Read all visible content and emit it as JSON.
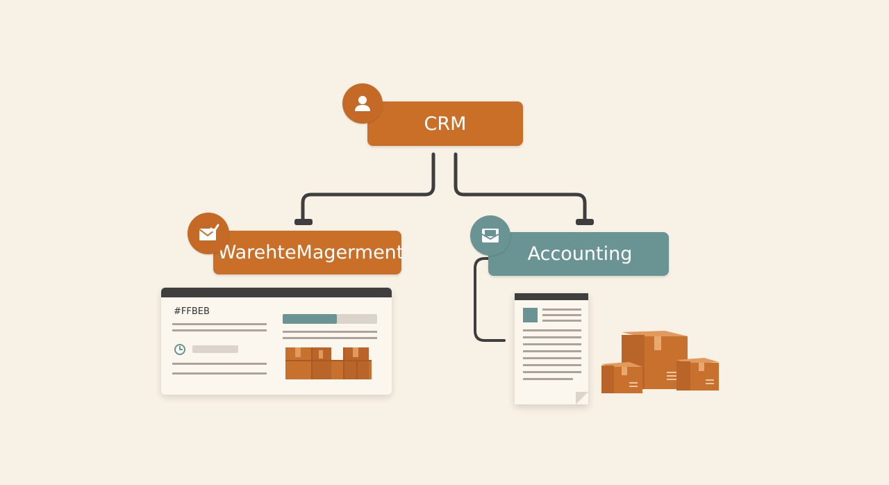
{
  "colors": {
    "background": "#f8f1e5",
    "orange": "#c96f28",
    "orange_badge": "#c46a26",
    "teal": "#6a9393",
    "connector": "#3e3e3e",
    "card_bg": "#fbf7ef",
    "line_gray": "#a9a39a",
    "box_orange": "#c8712f",
    "box_tape": "#e19a5c"
  },
  "nodes": {
    "crm": {
      "label": "CRM",
      "icon": "user-icon"
    },
    "warehouse": {
      "label": "WarehteMagerment",
      "icon": "envelope-check-icon"
    },
    "accounting": {
      "label": "Accounting",
      "icon": "mail-tray-icon"
    }
  },
  "warehouse_card": {
    "hex_label": "#FFBEB",
    "icons": [
      "window-bar-icon",
      "clock-icon",
      "boxes-icon"
    ]
  },
  "accounting_doc": {
    "icons": [
      "document-icon",
      "shipping-boxes-icon"
    ]
  }
}
